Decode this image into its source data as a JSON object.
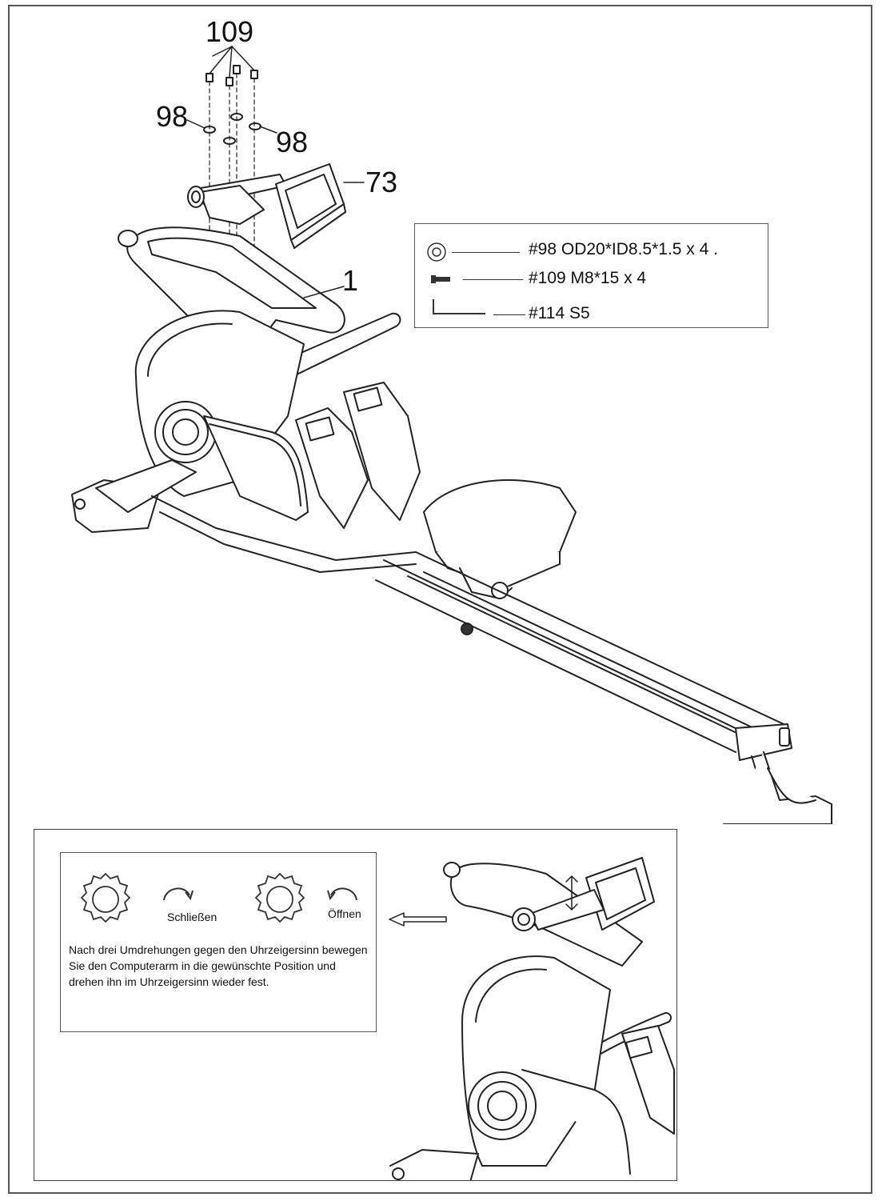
{
  "callouts": {
    "top_screws": "109",
    "washer_left": "98",
    "washer_right": "98",
    "console": "73",
    "frame": "1"
  },
  "hardware": {
    "washer": "#98 OD20*ID8.5*1.5 x 4 .",
    "screw": "#109 M8*15 x 4",
    "wrench": "#114 S5"
  },
  "inset": {
    "close_label": "Schließen",
    "open_label": "Öffnen",
    "instructions": "Nach drei Umdrehungen gegen den Uhrzeigersinn bewegen Sie den Computerarm in die gewünschte Position und drehen ihn im Uhrzeigersinn wieder fest."
  }
}
